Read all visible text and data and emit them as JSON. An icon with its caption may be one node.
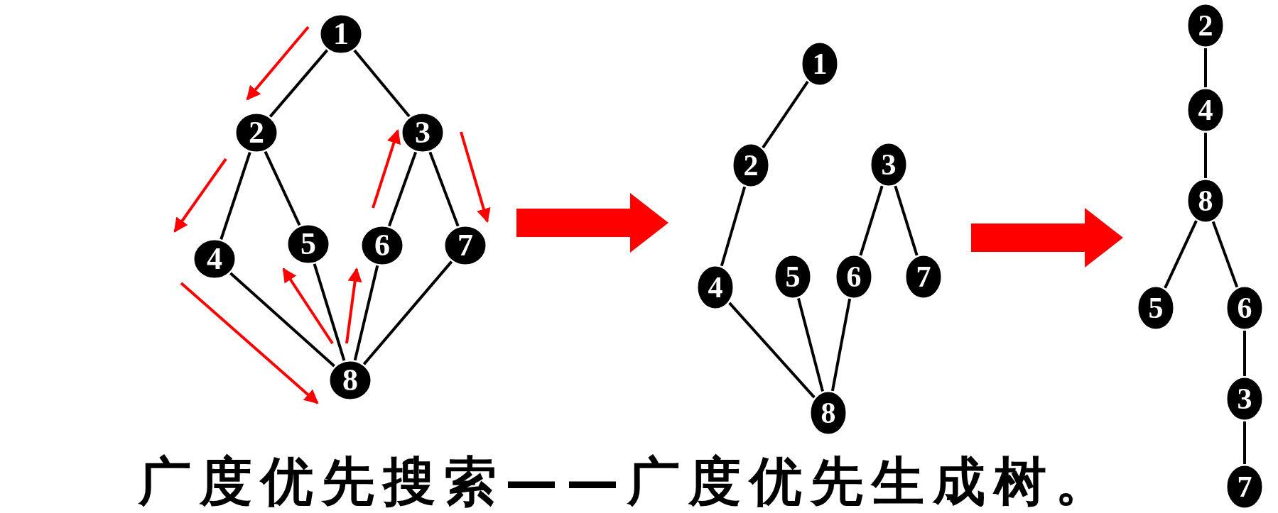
{
  "diagram": {
    "caption": "广度优先搜索——广度优先生成树。",
    "nodes": [
      {
        "text": [
          "1"
        ]
      },
      {
        "text": [
          "2"
        ]
      },
      {
        "text": [
          "3"
        ]
      },
      {
        "text": [
          "4"
        ]
      },
      {
        "text": [
          "5"
        ]
      },
      {
        "text": [
          "6"
        ]
      },
      {
        "text": [
          "7"
        ]
      },
      {
        "text": [
          "8"
        ]
      },
      {
        "text": [
          "1"
        ]
      },
      {
        "text": [
          "2"
        ]
      },
      {
        "text": [
          "3"
        ]
      },
      {
        "text": [
          "4"
        ]
      },
      {
        "text": [
          "5"
        ]
      },
      {
        "text": [
          "6"
        ]
      },
      {
        "text": [
          "7"
        ]
      },
      {
        "text": [
          "8"
        ]
      },
      {
        "text": [
          "2"
        ]
      },
      {
        "text": [
          "4"
        ]
      },
      {
        "text": [
          "8"
        ]
      },
      {
        "text": [
          "5"
        ]
      },
      {
        "text": [
          "6"
        ]
      },
      {
        "text": [
          "3"
        ]
      },
      {
        "text": [
          "7"
        ]
      }
    ],
    "edges": [
      {
        "from": 0,
        "to": 1,
        "arrow": "none"
      },
      {
        "from": 0,
        "to": 2,
        "arrow": "none"
      },
      {
        "from": 1,
        "to": 3,
        "arrow": "none"
      },
      {
        "from": 1,
        "to": 4,
        "arrow": "none"
      },
      {
        "from": 2,
        "to": 5,
        "arrow": "none"
      },
      {
        "from": 2,
        "to": 6,
        "arrow": "none"
      },
      {
        "from": 3,
        "to": 7,
        "arrow": "none"
      },
      {
        "from": 4,
        "to": 7,
        "arrow": "none"
      },
      {
        "from": 5,
        "to": 7,
        "arrow": "none"
      },
      {
        "from": 6,
        "to": 7,
        "arrow": "none"
      },
      {
        "from": 8,
        "to": 9,
        "arrow": "none"
      },
      {
        "from": 9,
        "to": 11,
        "arrow": "none"
      },
      {
        "from": 11,
        "to": 15,
        "arrow": "none"
      },
      {
        "from": 15,
        "to": 12,
        "arrow": "none"
      },
      {
        "from": 15,
        "to": 13,
        "arrow": "none"
      },
      {
        "from": 10,
        "to": 13,
        "arrow": "none"
      },
      {
        "from": 10,
        "to": 14,
        "arrow": "none"
      },
      {
        "from": 16,
        "to": 17,
        "arrow": "none"
      },
      {
        "from": 17,
        "to": 18,
        "arrow": "none"
      },
      {
        "from": 18,
        "to": 19,
        "arrow": "none"
      },
      {
        "from": 18,
        "to": 20,
        "arrow": "none"
      },
      {
        "from": 20,
        "to": 21,
        "arrow": "none"
      },
      {
        "from": 21,
        "to": 22,
        "arrow": "none"
      }
    ]
  }
}
